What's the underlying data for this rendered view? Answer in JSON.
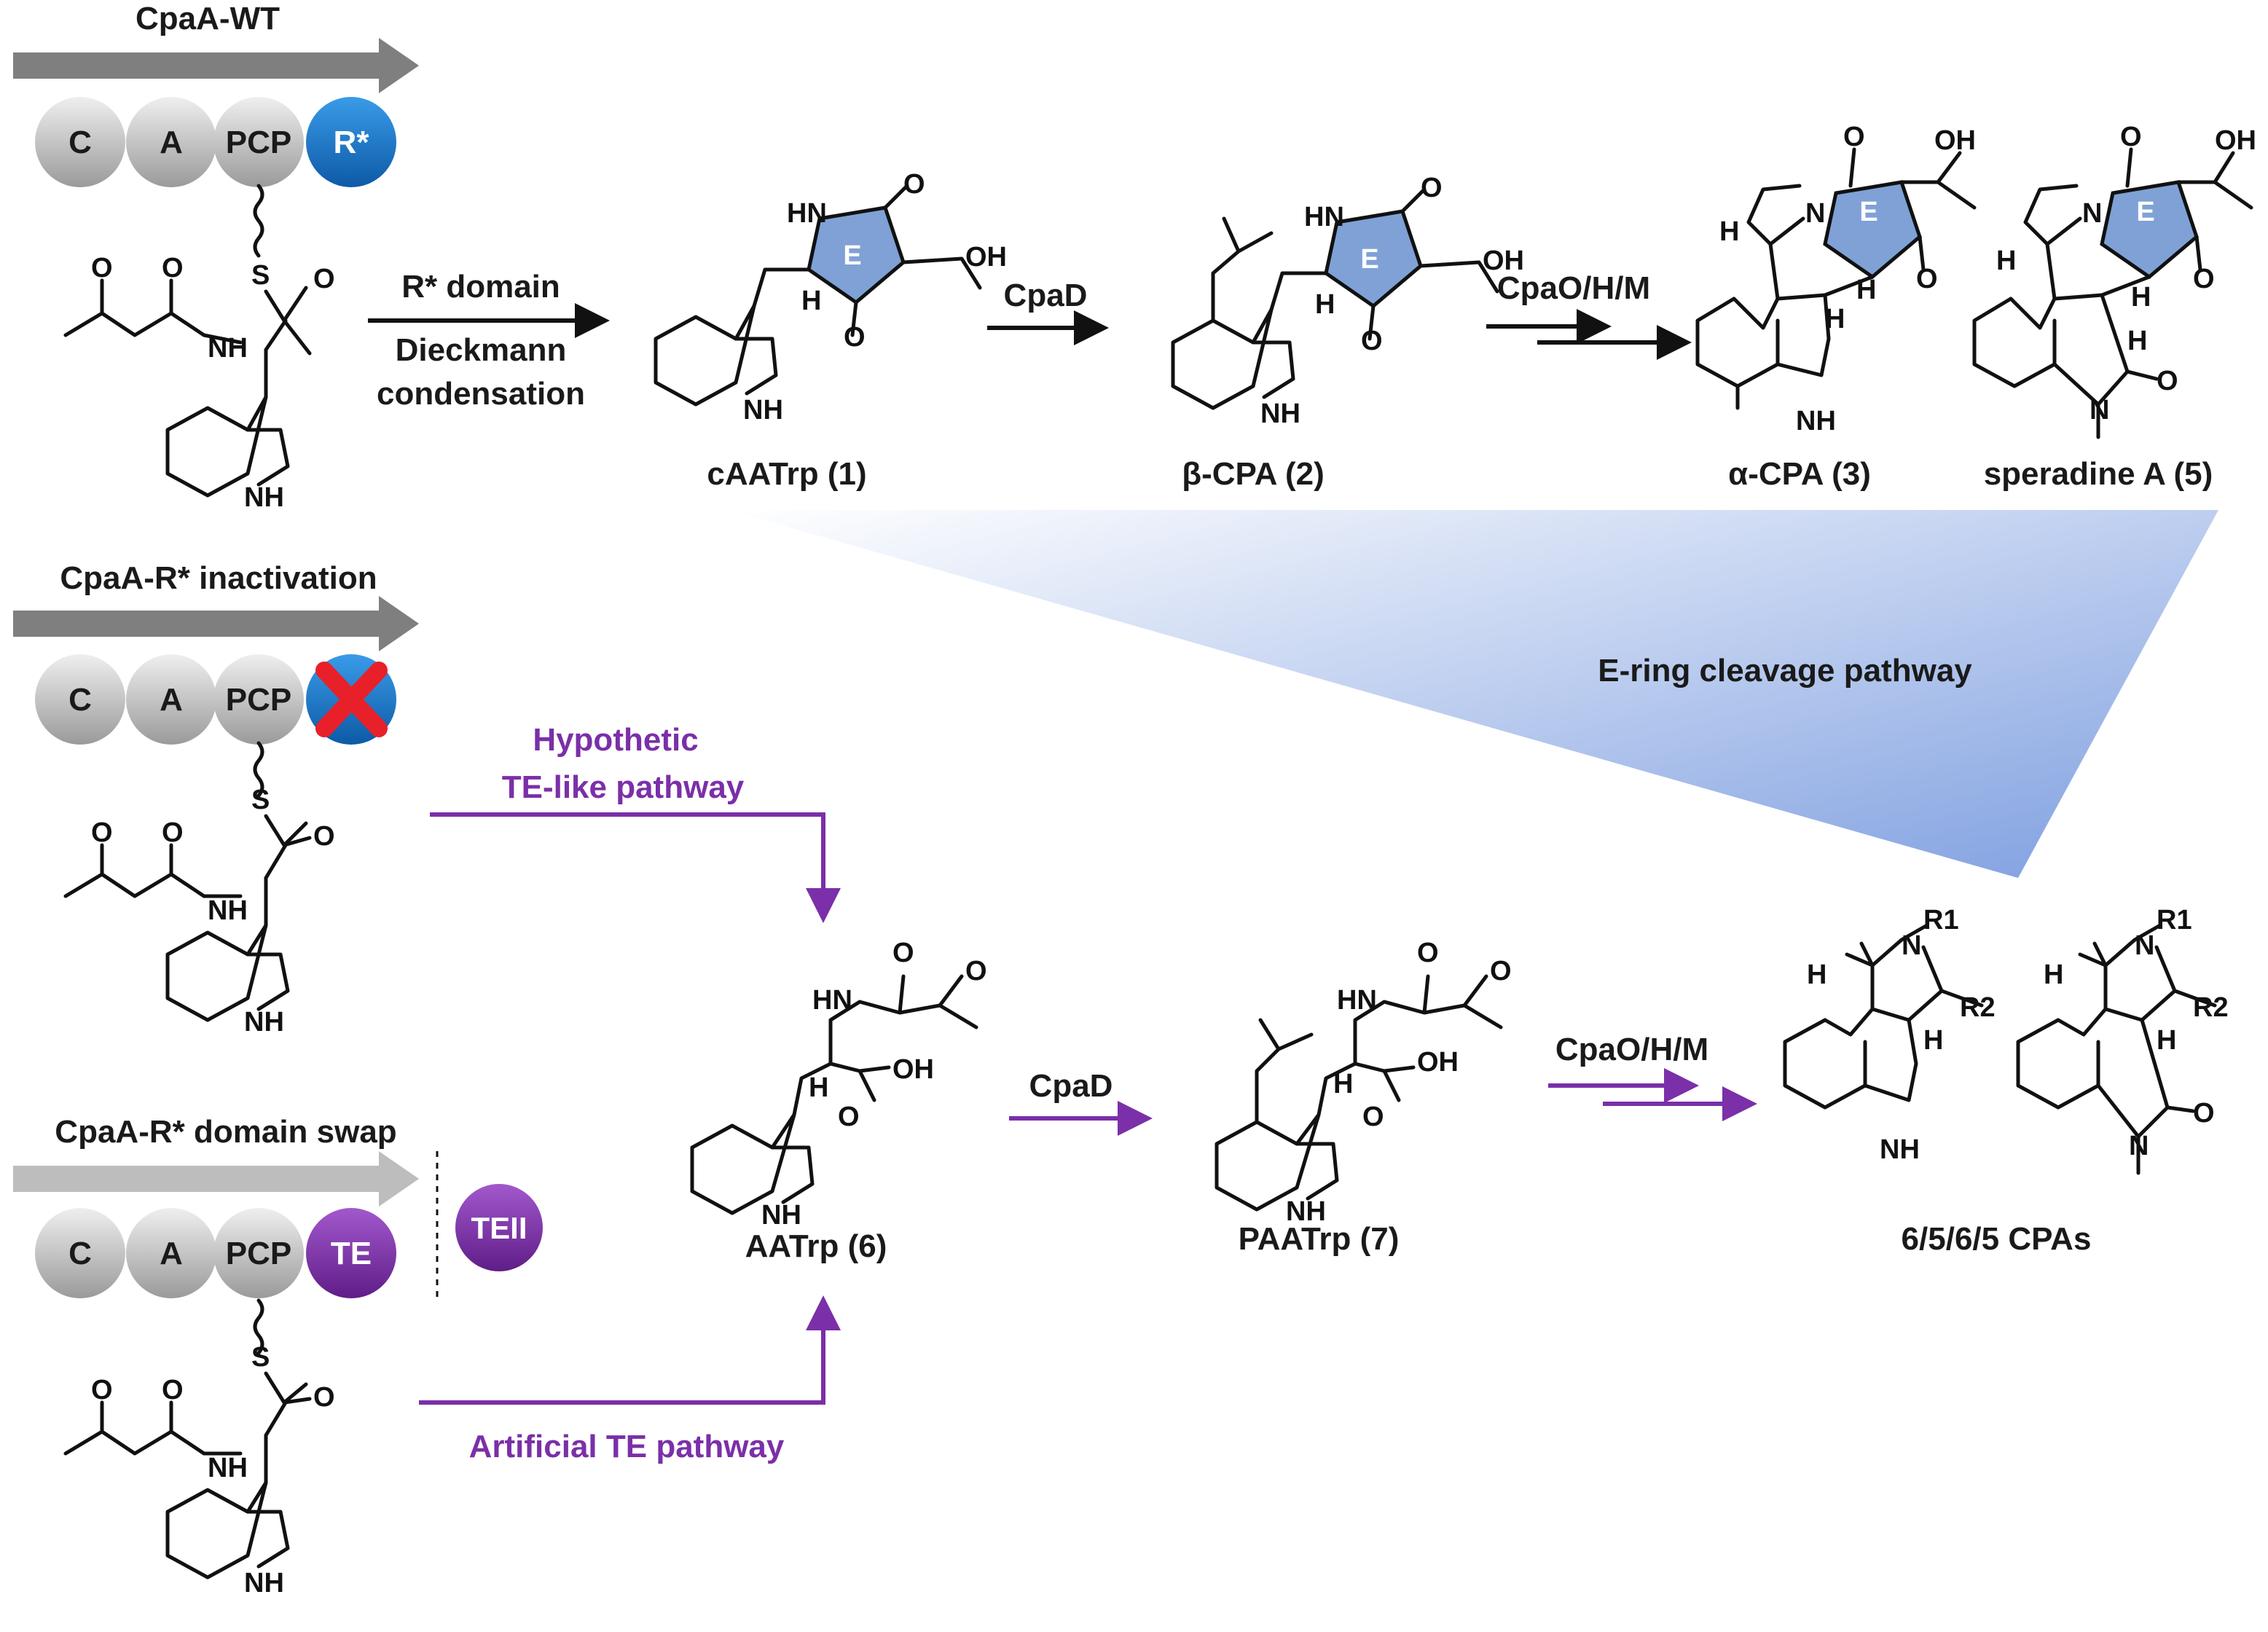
{
  "modules": {
    "wt": {
      "title": "CpaA-WT",
      "domains": [
        "C",
        "A",
        "PCP",
        "R*"
      ]
    },
    "inactivation": {
      "title": "CpaA-R*  inactivation",
      "domains": [
        "C",
        "A",
        "PCP"
      ]
    },
    "swap": {
      "title": "CpaA-R* domain swap",
      "domains": [
        "C",
        "A",
        "PCP",
        "TE"
      ],
      "extra": "TEII"
    }
  },
  "colors": {
    "blue_domain": "#1f78c8",
    "purple": "#7b2fa8",
    "grey_domain": "#b8b8b8",
    "ring_fill": "#7fa1d6",
    "red_cross": "#e8202a"
  },
  "steps": {
    "rstar_line1": "R* domain",
    "rstar_line2": "Dieckmann",
    "rstar_line3": "condensation",
    "cpad_top": "CpaD",
    "cpaohm_top": "CpaO/H/M",
    "hypothetic_line1": "Hypothetic",
    "hypothetic_line2": "TE-like pathway",
    "artificial": "Artificial TE pathway",
    "cpad_bottom": "CpaD",
    "cpaohm_bottom": "CpaO/H/M",
    "ering": "E-ring cleavage pathway"
  },
  "compounds": {
    "c1": "cAATrp (1)",
    "c2": "β-CPA (2)",
    "c3": "α-CPA (3)",
    "c5": "speradine A (5)",
    "c6": "AATrp (6)",
    "c7": "PAATrp (7)",
    "c8": "6/5/6/5 CPAs"
  },
  "atoms": {
    "o": "O",
    "s": "S",
    "h": "H",
    "hn": "HN",
    "nh": "NH",
    "n": "N",
    "oh": "OH",
    "e": "E",
    "r1": "R1",
    "r2": "R2"
  }
}
